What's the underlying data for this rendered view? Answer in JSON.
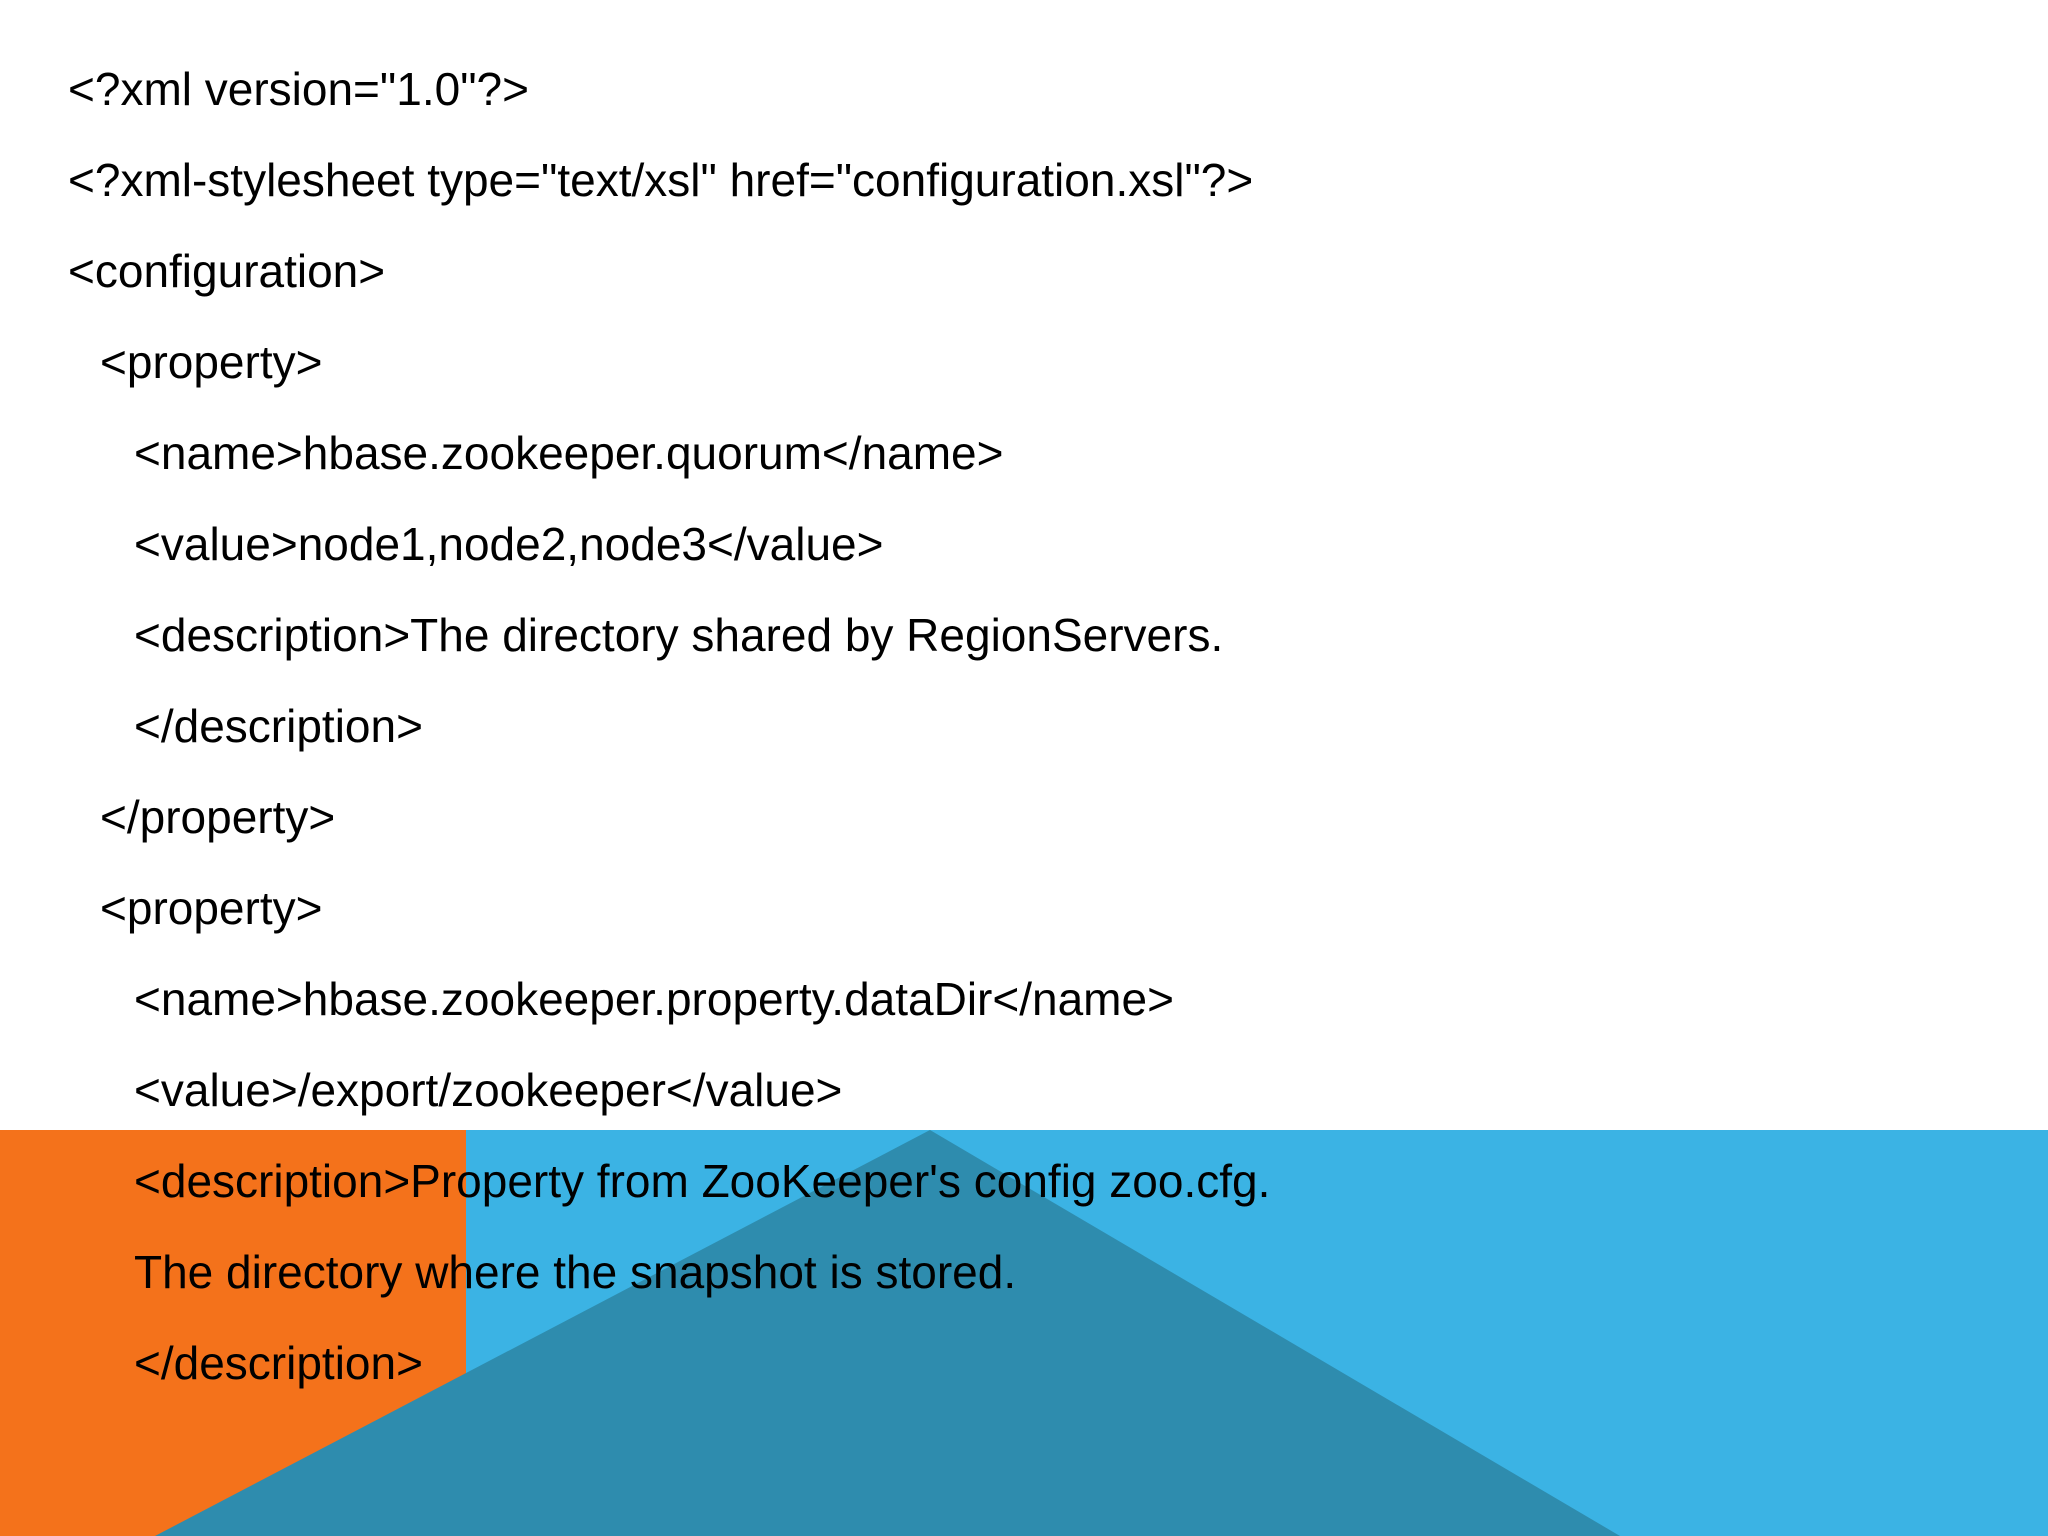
{
  "slide": {
    "background_color": "#ffffff",
    "text_color": "#000000"
  },
  "decor": {
    "orange_color": "#F4721B",
    "blue_color": "#3BB3E4",
    "triangle_color": "#2E8CAE",
    "band_label": "decorative-color-band"
  },
  "code": {
    "language": "xml",
    "lines": [
      {
        "indent": 0,
        "text": "<?xml version=\"1.0\"?>"
      },
      {
        "indent": 0,
        "text": "<?xml-stylesheet type=\"text/xsl\" href=\"configuration.xsl\"?>"
      },
      {
        "indent": 0,
        "text": "<configuration>"
      },
      {
        "indent": 1,
        "text": "<property>"
      },
      {
        "indent": 2,
        "text": "<name>hbase.zookeeper.quorum</name>"
      },
      {
        "indent": 2,
        "text": "<value>node1,node2,node3</value>"
      },
      {
        "indent": 2,
        "text": "<description>The directory shared by RegionServers."
      },
      {
        "indent": 2,
        "text": "</description>"
      },
      {
        "indent": 1,
        "text": "</property>"
      },
      {
        "indent": 1,
        "text": "<property>"
      },
      {
        "indent": 2,
        "text": "<name>hbase.zookeeper.property.dataDir</name>"
      },
      {
        "indent": 2,
        "text": "<value>/export/zookeeper</value>"
      },
      {
        "indent": 2,
        "text": "<description>Property from ZooKeeper's config zoo.cfg."
      },
      {
        "indent": 2,
        "text": "The directory where the snapshot is stored."
      },
      {
        "indent": 2,
        "text": "</description>"
      }
    ]
  }
}
